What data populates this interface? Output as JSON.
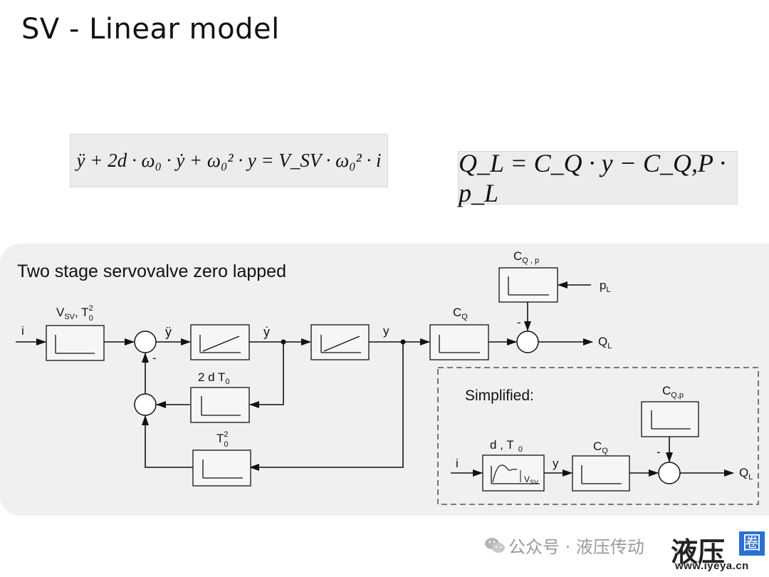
{
  "title": "SV - Linear model",
  "equations": {
    "motion": "ÿ + 2d · ω₀ · ẏ + ω₀² · y = V_SV · ω₀² · i",
    "flow": "Q_L = C_Q · y − C_Q,P · p_L"
  },
  "panel": {
    "heading": "Two stage servovalve zero lapped",
    "simplified_heading": "Simplified:"
  },
  "signals": {
    "input_i": "i",
    "yddot": "ÿ",
    "ydot": "ẏ",
    "y": "y",
    "output_QL": "Q",
    "output_QL_sub": "L",
    "pL": "p",
    "pL_sub": "L",
    "minus": "-"
  },
  "blocks": {
    "gain_vsv": "V",
    "gain_vsv_sub": "SV",
    "gain_vsv_rest": ", T",
    "gain_vsv_sup": "2",
    "gain_vsv_sub0": "0",
    "damping": "2 d  T",
    "damping_sub": "0",
    "stiffness": "T",
    "stiffness_sup": "2",
    "stiffness_sub": "0",
    "cq": "C",
    "cq_sub": "Q",
    "cqp": "C",
    "cqp_sub": "Q , p",
    "simp_dt": "d  , T",
    "simp_dt_sub": "0",
    "simp_vsv": "V",
    "simp_vsv_sub": "SV",
    "simp_cq": "C",
    "simp_cq_sub": "Q",
    "simp_cqp": "C",
    "simp_cqp_sub": "Q,p"
  },
  "footer": {
    "text": "公众号 · 液压传动",
    "logo": "液压",
    "logo_corner": "圈",
    "logo_url": "www.iyeya.cn"
  }
}
